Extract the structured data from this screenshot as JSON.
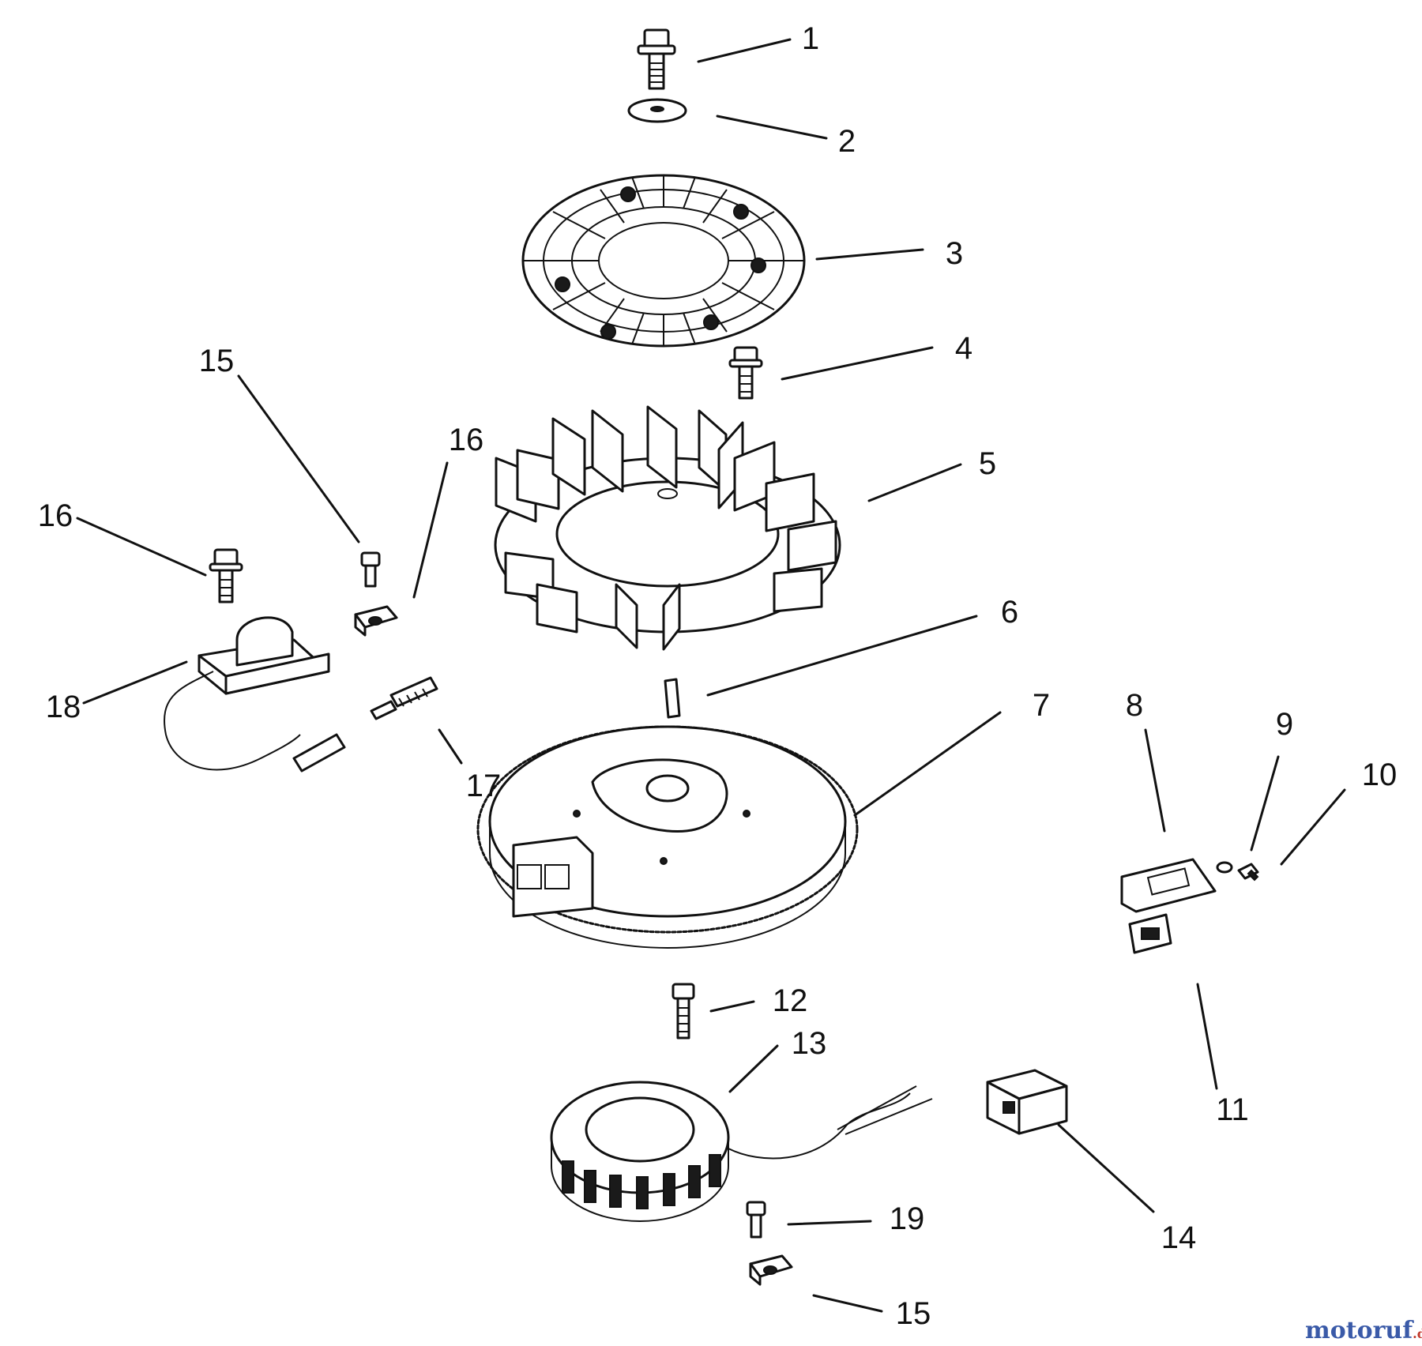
{
  "callouts": [
    "1",
    "2",
    "3",
    "4",
    "5",
    "6",
    "7",
    "8",
    "9",
    "10",
    "11",
    "12",
    "13",
    "14",
    "15",
    "16",
    "17",
    "18",
    "19",
    "15",
    "16"
  ],
  "watermark": {
    "text": "motoruf",
    "suffix": ".de"
  },
  "colors": {
    "line": "#111111",
    "background": "#ffffff",
    "watermark_blue": "#3a5aa8",
    "watermark_red": "#c0392b"
  }
}
